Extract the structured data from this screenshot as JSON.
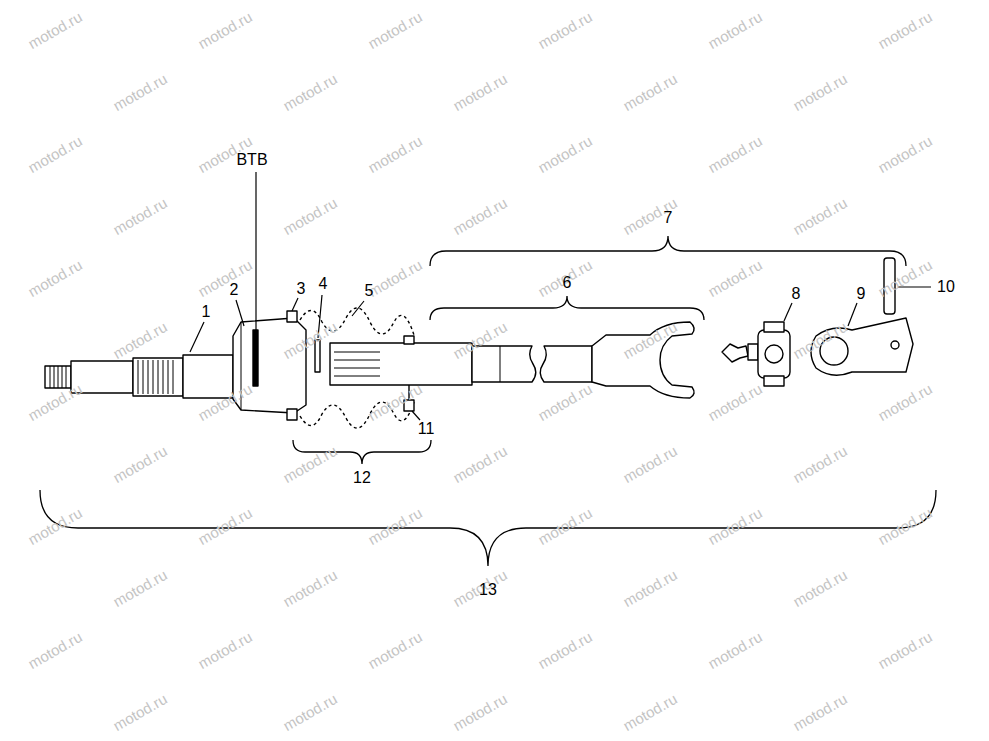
{
  "diagram": {
    "labels": [
      "BTB",
      "7",
      "6",
      "10",
      "2",
      "3",
      "4",
      "5",
      "1",
      "8",
      "9",
      "11",
      "12",
      "13",
      "motod.ru",
      "motod.ru",
      "motod.ru",
      "motod.ru",
      "motod.ru",
      "motod.ru",
      "motod.ru",
      "motod.ru",
      "motod.ru",
      "motod.ru",
      "motod.ru",
      "motod.ru",
      "motod.ru",
      "motod.ru",
      "motod.ru",
      "motod.ru",
      "motod.ru",
      "motod.ru",
      "motod.ru",
      "motod.ru",
      "motod.ru",
      "motod.ru",
      "motod.ru",
      "motod.ru",
      "motod.ru",
      "motod.ru",
      "motod.ru",
      "motod.ru",
      "motod.ru",
      "motod.ru",
      "motod.ru",
      "motod.ru",
      "motod.ru",
      "motod.ru",
      "motod.ru",
      "motod.ru",
      "motod.ru",
      "motod.ru",
      "motod.ru",
      "motod.ru",
      "motod.ru",
      "motod.ru",
      "motod.ru",
      "motod.ru",
      "motod.ru",
      "motod.ru",
      "motod.ru",
      "motod.ru",
      "motod.ru",
      "motod.ru",
      "motod.ru",
      "motod.ru",
      "motod.ru",
      "motod.ru",
      "motod.ru",
      "motod.ru",
      "motod.ru",
      "motod.ru",
      "motod.ru",
      "motod.ru",
      "motod.ru",
      "motod.ru",
      "motod.ru",
      "motod.ru",
      "motod.ru",
      "motod.ru"
    ]
  }
}
